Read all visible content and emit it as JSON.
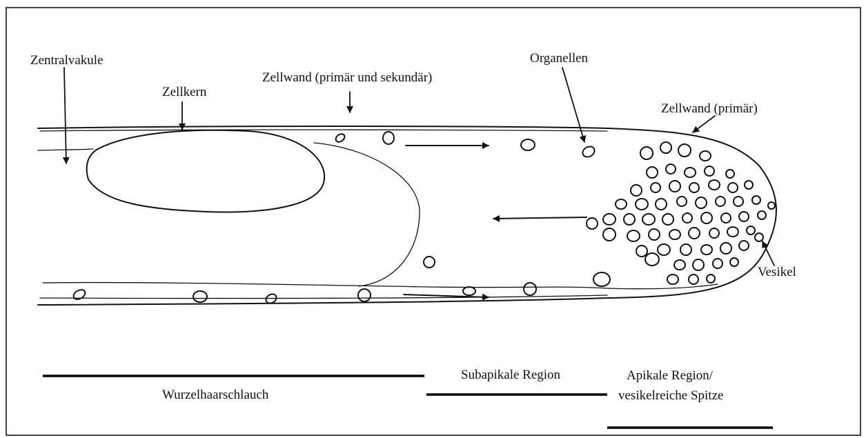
{
  "labels": {
    "zentralvakuole": "Zentralvakule",
    "zellkern": "Zellkern",
    "zellwand_ps": "Zellwand (primär und sekundär)",
    "organellen": "Organellen",
    "zellwand_p": "Zellwand (primär)",
    "vesikel": "Vesikel",
    "region_hair": "Wurzelhaarschlauch",
    "region_subapical": "Subapikale Region",
    "region_apical_1": "Apikale Region/",
    "region_apical_2": "vesikelreiche Spitze"
  },
  "colors": {
    "ink": "#111111",
    "frame": "#000000",
    "background": "#ffffff"
  }
}
